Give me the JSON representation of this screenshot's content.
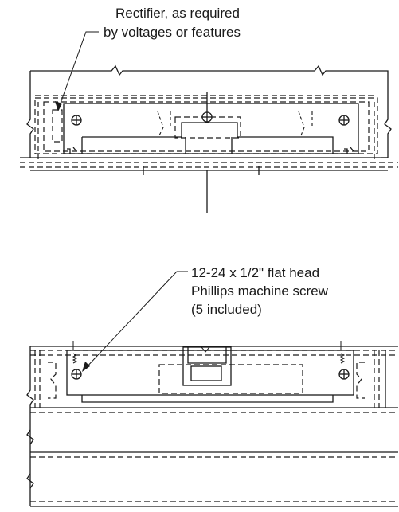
{
  "callouts": {
    "rectifier": {
      "line1": "Rectifier, as required",
      "line2": "by voltages or features"
    },
    "screw": {
      "line1": "12-24 x 1/2\" flat head",
      "line2": "Phillips machine screw",
      "line3": "(5 included)"
    }
  }
}
